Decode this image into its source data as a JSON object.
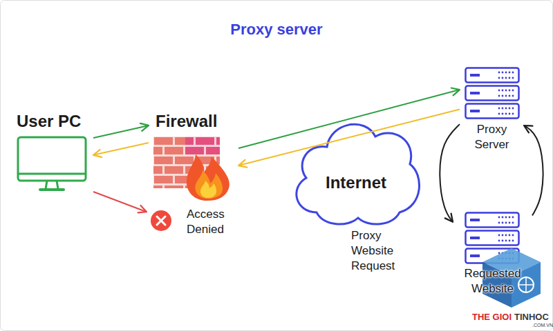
{
  "diagram": {
    "title": "Proxy server",
    "nodes": [
      {
        "text": [
          "User PC"
        ]
      },
      {
        "text": [
          "Firewall"
        ]
      },
      {
        "text": [
          "Access Denied"
        ]
      },
      {
        "text": [
          "Internet"
        ]
      },
      {
        "text": [
          "Proxy Server"
        ]
      },
      {
        "text": [
          "Requested Website"
        ]
      }
    ],
    "edges": [
      {
        "from": 0,
        "to": 1,
        "arrow": "to"
      },
      {
        "from": 1,
        "to": 0,
        "arrow": "to"
      },
      {
        "from": 0,
        "to": 2,
        "arrow": "to"
      },
      {
        "from": 1,
        "to": 4,
        "arrow": "to"
      },
      {
        "from": 4,
        "to": 1,
        "arrow": "to"
      },
      {
        "from": 4,
        "to": 5,
        "arrow": "to"
      },
      {
        "from": 5,
        "to": 4,
        "arrow": "to"
      }
    ],
    "labels": [
      "Proxy Website Request",
      "THE GIOI",
      "TINHOC",
      ".COM.VN"
    ]
  }
}
